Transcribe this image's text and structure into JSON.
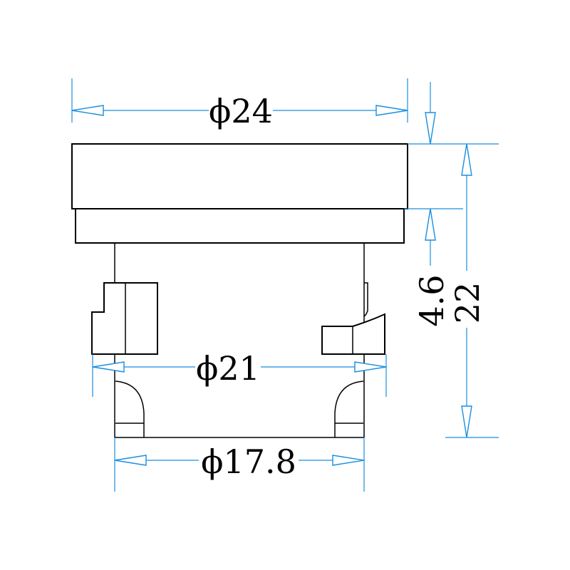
{
  "drawing": {
    "dimensions": {
      "top_diameter": "ϕ24",
      "mid_diameter": "ϕ21",
      "bottom_diameter": "ϕ17.8",
      "height_total": "22",
      "height_upper": "4.6"
    },
    "colors": {
      "dimension_line": "#1a8ee0",
      "outline": "#000000",
      "background": "#ffffff"
    }
  }
}
